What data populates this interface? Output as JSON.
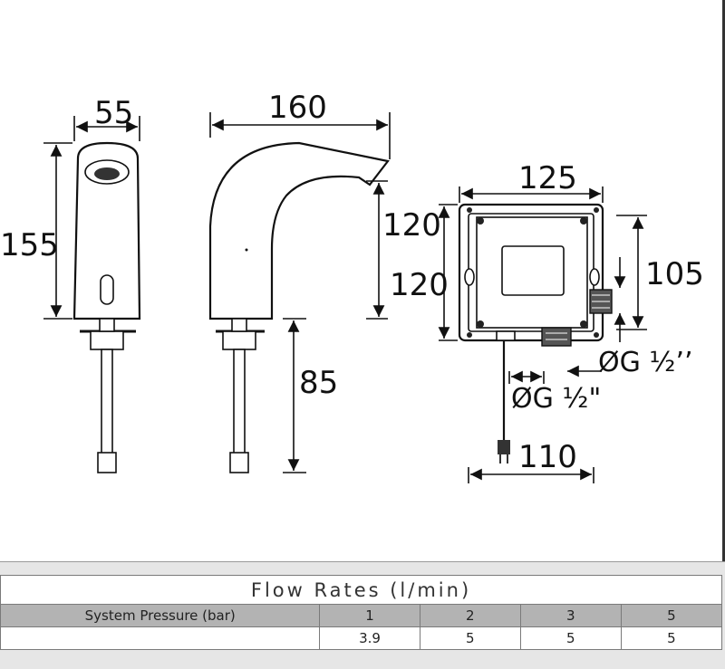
{
  "dimensions": {
    "spout_width": "55",
    "spout_height": "155",
    "spout_reach": "160",
    "spout_outlet_height": "120",
    "shank_length": "85",
    "box_width": "125",
    "box_height": "120",
    "box_depth": "105",
    "box_bottom_width": "110",
    "inlet_side": "ØG ½’’",
    "inlet_bottom": "ØG ½\""
  },
  "flow_table": {
    "title": "Flow Rates (l/min)",
    "row_label": "System Pressure (bar)",
    "pressures": [
      "1",
      "2",
      "3",
      "5"
    ],
    "rates": [
      "3.9",
      "5",
      "5",
      "5"
    ]
  }
}
